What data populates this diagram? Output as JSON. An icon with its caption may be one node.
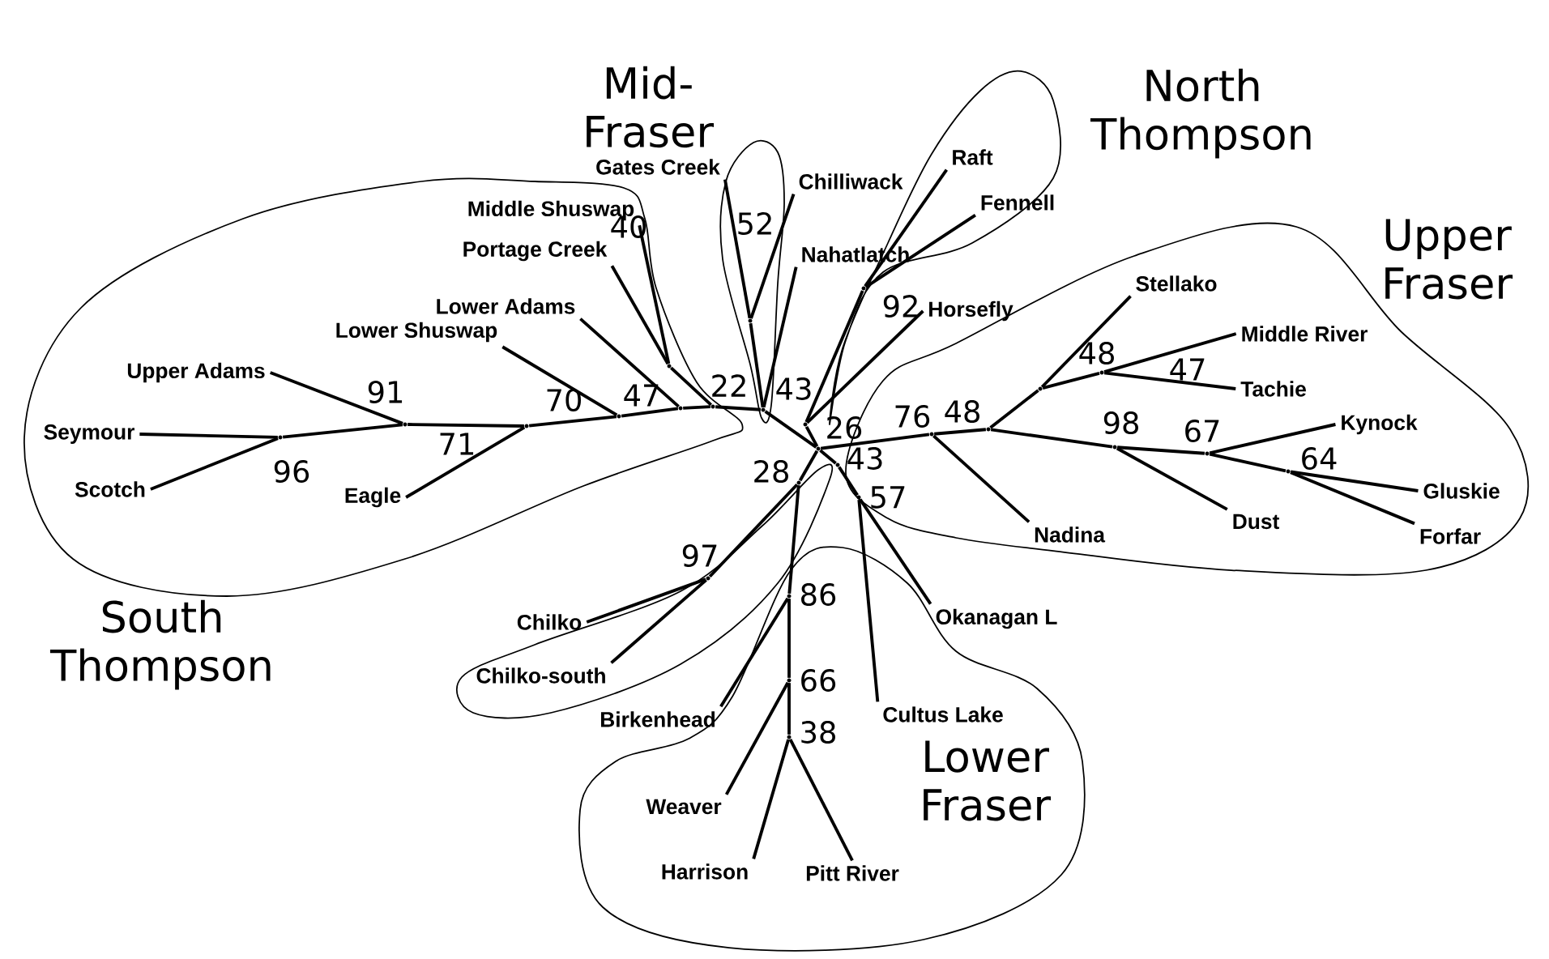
{
  "diagram": {
    "nodes": [
      {
        "text": [
          "Gates Creek"
        ]
      },
      {
        "text": [
          "Chilliwack"
        ]
      },
      {
        "text": [
          "Raft"
        ]
      },
      {
        "text": [
          "Fennell"
        ]
      },
      {
        "text": [
          "Middle Shuswap"
        ]
      },
      {
        "text": [
          "Portage Creek"
        ]
      },
      {
        "text": [
          "Nahatlatch"
        ]
      },
      {
        "text": [
          "Horsefly"
        ]
      },
      {
        "text": [
          "Stellako"
        ]
      },
      {
        "text": [
          "Lower Adams"
        ]
      },
      {
        "text": [
          "Middle River"
        ]
      },
      {
        "text": [
          "Lower Shuswap"
        ]
      },
      {
        "text": [
          "Tachie"
        ]
      },
      {
        "text": [
          "Upper Adams"
        ]
      },
      {
        "text": [
          "Seymour"
        ]
      },
      {
        "text": [
          "Kynock"
        ]
      },
      {
        "text": [
          "Scotch"
        ]
      },
      {
        "text": [
          "Eagle"
        ]
      },
      {
        "text": [
          "Gluskie"
        ]
      },
      {
        "text": [
          "Nadina"
        ]
      },
      {
        "text": [
          "Dust"
        ]
      },
      {
        "text": [
          "Forfar"
        ]
      },
      {
        "text": [
          "Okanagan L"
        ]
      },
      {
        "text": [
          "Chilko"
        ]
      },
      {
        "text": [
          "Chilko-south"
        ]
      },
      {
        "text": [
          "Birkenhead"
        ]
      },
      {
        "text": [
          "Cultus Lake"
        ]
      },
      {
        "text": [
          "Weaver"
        ]
      },
      {
        "text": [
          "Harrison"
        ]
      },
      {
        "text": [
          "Pitt River"
        ]
      },
      {
        "text": [],
        "shape": "point"
      },
      {
        "text": [],
        "shape": "point"
      },
      {
        "text": [],
        "shape": "point"
      },
      {
        "text": [],
        "shape": "point"
      },
      {
        "text": [],
        "shape": "point"
      },
      {
        "text": [],
        "shape": "point"
      },
      {
        "text": [],
        "shape": "point"
      },
      {
        "text": [],
        "shape": "point"
      },
      {
        "text": [],
        "shape": "point"
      },
      {
        "text": [],
        "shape": "point"
      },
      {
        "text": [],
        "shape": "point"
      },
      {
        "text": [],
        "shape": "point"
      },
      {
        "text": [],
        "shape": "point"
      },
      {
        "text": [],
        "shape": "point"
      },
      {
        "text": [],
        "shape": "point"
      },
      {
        "text": [],
        "shape": "point"
      },
      {
        "text": [],
        "shape": "point"
      },
      {
        "text": [],
        "shape": "point"
      },
      {
        "text": [],
        "shape": "point"
      },
      {
        "text": [],
        "shape": "point"
      },
      {
        "text": [],
        "shape": "point"
      },
      {
        "text": [],
        "shape": "point"
      },
      {
        "text": [],
        "shape": "point"
      },
      {
        "text": [],
        "shape": "point"
      },
      {
        "text": [],
        "shape": "point"
      },
      {
        "text": [],
        "shape": "point"
      }
    ],
    "edges": [
      {
        "from": 30,
        "to": 14,
        "arrow": "none"
      },
      {
        "from": 30,
        "to": 16,
        "arrow": "none"
      },
      {
        "from": 30,
        "to": 31,
        "arrow": "none"
      },
      {
        "from": 31,
        "to": 13,
        "arrow": "none"
      },
      {
        "from": 31,
        "to": 32,
        "arrow": "none"
      },
      {
        "from": 32,
        "to": 17,
        "arrow": "none"
      },
      {
        "from": 32,
        "to": 33,
        "arrow": "none"
      },
      {
        "from": 33,
        "to": 11,
        "arrow": "none"
      },
      {
        "from": 33,
        "to": 34,
        "arrow": "none"
      },
      {
        "from": 34,
        "to": 9,
        "arrow": "none"
      },
      {
        "from": 34,
        "to": 36,
        "arrow": "none"
      },
      {
        "from": 35,
        "to": 4,
        "arrow": "none"
      },
      {
        "from": 35,
        "to": 5,
        "arrow": "none"
      },
      {
        "from": 35,
        "to": 36,
        "arrow": "none"
      },
      {
        "from": 36,
        "to": 38,
        "arrow": "none"
      },
      {
        "from": 38,
        "to": 37,
        "arrow": "none"
      },
      {
        "from": 37,
        "to": 0,
        "arrow": "none"
      },
      {
        "from": 37,
        "to": 1,
        "arrow": "none"
      },
      {
        "from": 38,
        "to": 6,
        "arrow": "none"
      },
      {
        "from": 38,
        "to": 41,
        "arrow": "none"
      },
      {
        "from": 41,
        "to": 40,
        "arrow": "none"
      },
      {
        "from": 40,
        "to": 7,
        "arrow": "none"
      },
      {
        "from": 40,
        "to": 39,
        "arrow": "none"
      },
      {
        "from": 39,
        "to": 2,
        "arrow": "none"
      },
      {
        "from": 39,
        "to": 3,
        "arrow": "none"
      },
      {
        "from": 41,
        "to": 42,
        "arrow": "none"
      },
      {
        "from": 42,
        "to": 19,
        "arrow": "none"
      },
      {
        "from": 42,
        "to": 43,
        "arrow": "none"
      },
      {
        "from": 43,
        "to": 44,
        "arrow": "none"
      },
      {
        "from": 44,
        "to": 8,
        "arrow": "none"
      },
      {
        "from": 44,
        "to": 45,
        "arrow": "none"
      },
      {
        "from": 45,
        "to": 10,
        "arrow": "none"
      },
      {
        "from": 45,
        "to": 12,
        "arrow": "none"
      },
      {
        "from": 43,
        "to": 46,
        "arrow": "none"
      },
      {
        "from": 46,
        "to": 20,
        "arrow": "none"
      },
      {
        "from": 46,
        "to": 47,
        "arrow": "none"
      },
      {
        "from": 47,
        "to": 15,
        "arrow": "none"
      },
      {
        "from": 47,
        "to": 48,
        "arrow": "none"
      },
      {
        "from": 48,
        "to": 18,
        "arrow": "none"
      },
      {
        "from": 48,
        "to": 21,
        "arrow": "none"
      },
      {
        "from": 41,
        "to": 49,
        "arrow": "none"
      },
      {
        "from": 49,
        "to": 50,
        "arrow": "none"
      },
      {
        "from": 50,
        "to": 22,
        "arrow": "none"
      },
      {
        "from": 50,
        "to": 26,
        "arrow": "none"
      },
      {
        "from": 41,
        "to": 51,
        "arrow": "none"
      },
      {
        "from": 51,
        "to": 52,
        "arrow": "none"
      },
      {
        "from": 52,
        "to": 23,
        "arrow": "none"
      },
      {
        "from": 52,
        "to": 24,
        "arrow": "none"
      },
      {
        "from": 51,
        "to": 53,
        "arrow": "none"
      },
      {
        "from": 53,
        "to": 25,
        "arrow": "none"
      },
      {
        "from": 53,
        "to": 54,
        "arrow": "none"
      },
      {
        "from": 54,
        "to": 27,
        "arrow": "none"
      },
      {
        "from": 54,
        "to": 55,
        "arrow": "none"
      },
      {
        "from": 55,
        "to": 28,
        "arrow": "none"
      },
      {
        "from": 55,
        "to": 29,
        "arrow": "none"
      }
    ],
    "labels": [
      "Mid-Fraser",
      "North Thompson",
      "40",
      "52",
      "92",
      "Upper Fraser",
      "48",
      "47",
      "70",
      "47",
      "22",
      "43",
      "26",
      "76",
      "48",
      "98",
      "67",
      "91",
      "71",
      "64",
      "28",
      "43",
      "96",
      "57",
      "97",
      "86",
      "South Thompson",
      "66",
      "38",
      "Lower Fraser"
    ]
  }
}
